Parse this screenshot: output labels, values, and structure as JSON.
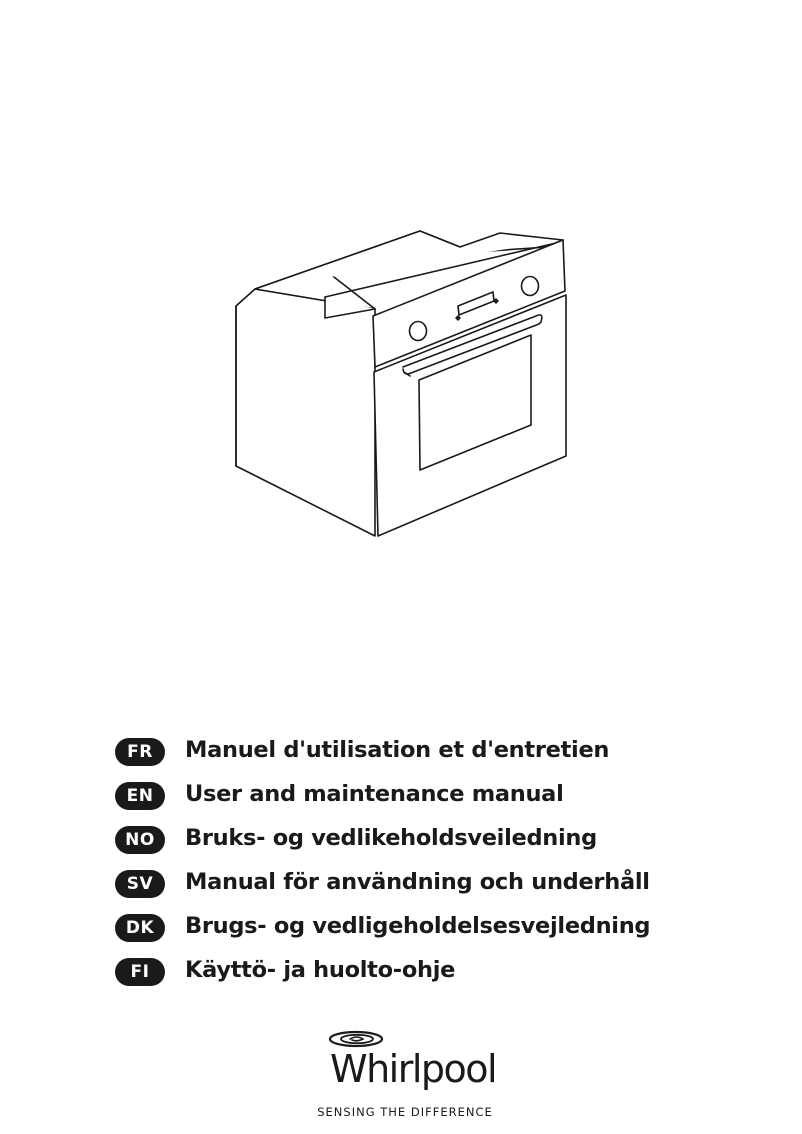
{
  "manual_titles": [
    {
      "code": "FR",
      "title": "Manuel d'utilisation et d'entretien"
    },
    {
      "code": "EN",
      "title": "User and maintenance manual"
    },
    {
      "code": "NO",
      "title": "Bruks- og vedlikeholdsveiledning"
    },
    {
      "code": "SV",
      "title": "Manual för användning och underhåll"
    },
    {
      "code": "DK",
      "title": "Brugs- og vedligeholdelsesvejledning"
    },
    {
      "code": "FI",
      "title": "Käyttö- ja huolto-ohje"
    }
  ],
  "brand": {
    "name": "Whirlpool",
    "tagline": "SENSING THE DIFFERENCE"
  },
  "illustration": {
    "icon": "built-in-oven-illustration"
  },
  "colors": {
    "ink": "#1a1a1a",
    "badge_text": "#ffffff"
  }
}
